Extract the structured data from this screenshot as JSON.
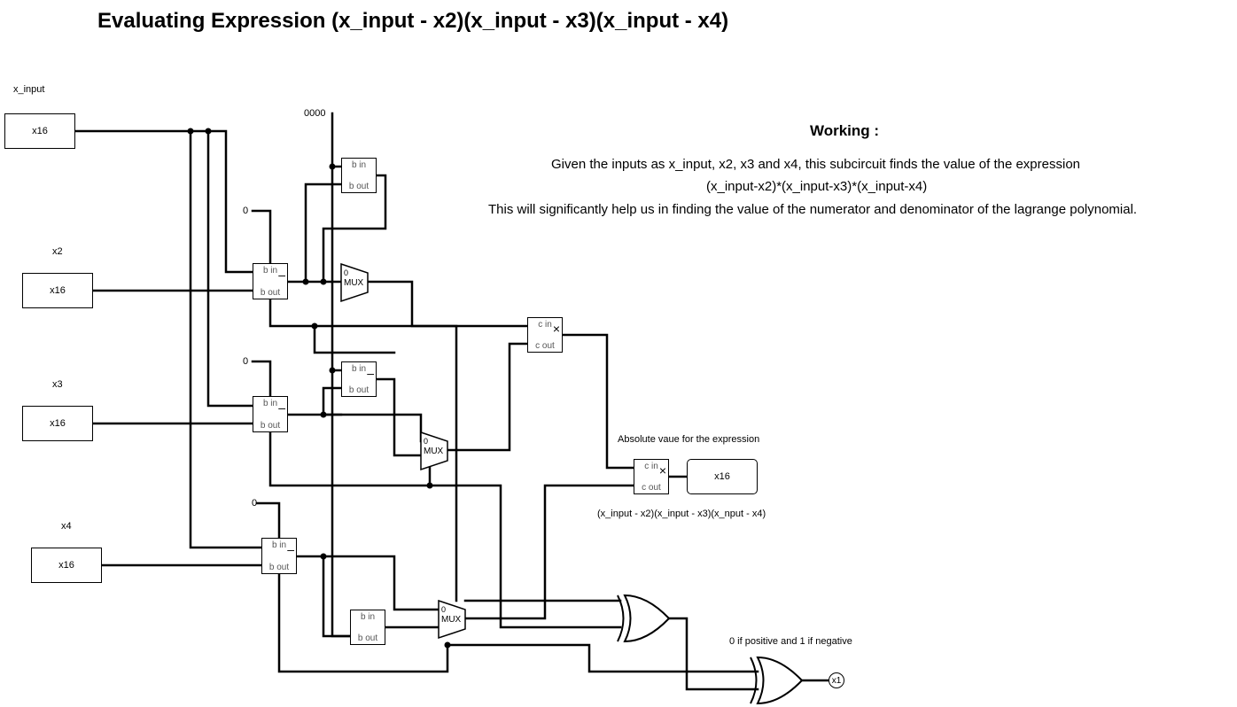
{
  "title": "Evaluating Expression (x_input - x2)(x_input - x3)(x_input - x4)",
  "working": {
    "heading": "Working :",
    "lines": [
      "Given the inputs as x_input, x2, x3 and x4, this subcircuit finds the value of the expression",
      "(x_input-x2)*(x_input-x3)*(x_input-x4)",
      "This will significantly help us in finding the value of the numerator and denominator of the lagrange polynomial."
    ]
  },
  "inputs": {
    "x_input": {
      "label": "x_input",
      "value": "x16"
    },
    "x2": {
      "label": "x2",
      "value": "x16"
    },
    "x3": {
      "label": "x3",
      "value": "x16"
    },
    "x4": {
      "label": "x4",
      "value": "x16"
    }
  },
  "constants": {
    "top": "0000",
    "zero": "0"
  },
  "components": {
    "sub_in": "b in",
    "sub_out": "b out",
    "mul_in": "c in",
    "mul_out": "c out",
    "mul_symbol": "×",
    "sub_symbol": "–",
    "mux": "MUX",
    "mux_sel": "0"
  },
  "output": {
    "label": "Absolute vaue for the expression",
    "value": "x16",
    "caption": "(x_input - x2)(x_input - x3)(x_nput - x4)"
  },
  "sign": {
    "label": "0 if positive and 1 if negative",
    "value": "x1"
  }
}
